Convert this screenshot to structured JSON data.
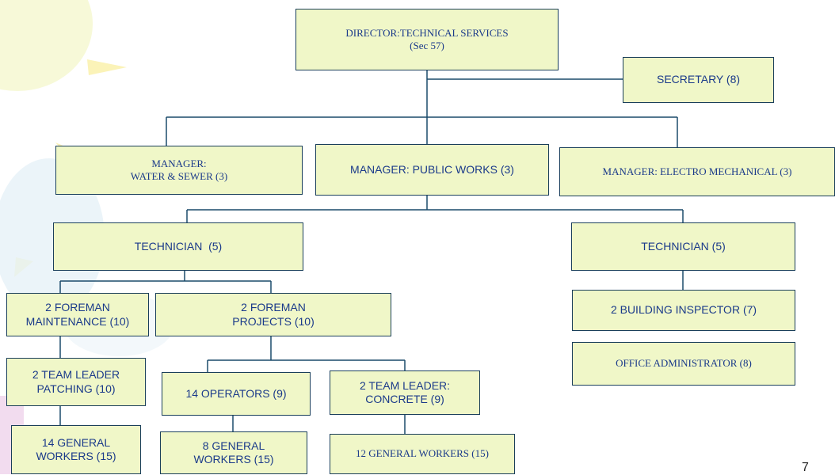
{
  "org_chart": {
    "director": {
      "line1": "DIRECTOR:TECHNICAL SERVICES",
      "line2": "(Sec 57)"
    },
    "secretary": "SECRETARY (8)",
    "manager_water": {
      "line1": "MANAGER:",
      "line2": "WATER & SEWER (3)"
    },
    "manager_public_works": "MANAGER: PUBLIC WORKS (3)",
    "manager_electro": "MANAGER: ELECTRO MECHANICAL (3)",
    "technician_left": "TECHNICIAN  (5)",
    "technician_right": "TECHNICIAN (5)",
    "foreman_maintenance": {
      "line1": "2 FOREMAN",
      "line2": "MAINTENANCE (10)"
    },
    "foreman_projects": {
      "line1": "2 FOREMAN",
      "line2": "PROJECTS (10)"
    },
    "building_inspector": "2 BUILDING INSPECTOR (7)",
    "office_administrator": "OFFICE ADMINISTRATOR (8)",
    "team_leader_patching": {
      "line1": "2 TEAM LEADER",
      "line2": "PATCHING (10)"
    },
    "operators": "14 OPERATORS (9)",
    "team_leader_concrete": {
      "line1": "2 TEAM LEADER:",
      "line2": "CONCRETE (9)"
    },
    "general_workers_14": {
      "line1": "14 GENERAL",
      "line2": "WORKERS (15)"
    },
    "general_workers_8": {
      "line1": "8 GENERAL",
      "line2": "WORKERS (15)"
    },
    "general_workers_12": "12 GENERAL WORKERS (15)"
  },
  "page_number": "7",
  "colors": {
    "box_fill": "#f0f7c8",
    "box_border": "#1a3f5a",
    "text": "#1a3a8a",
    "connector": "#1a4a6a"
  }
}
